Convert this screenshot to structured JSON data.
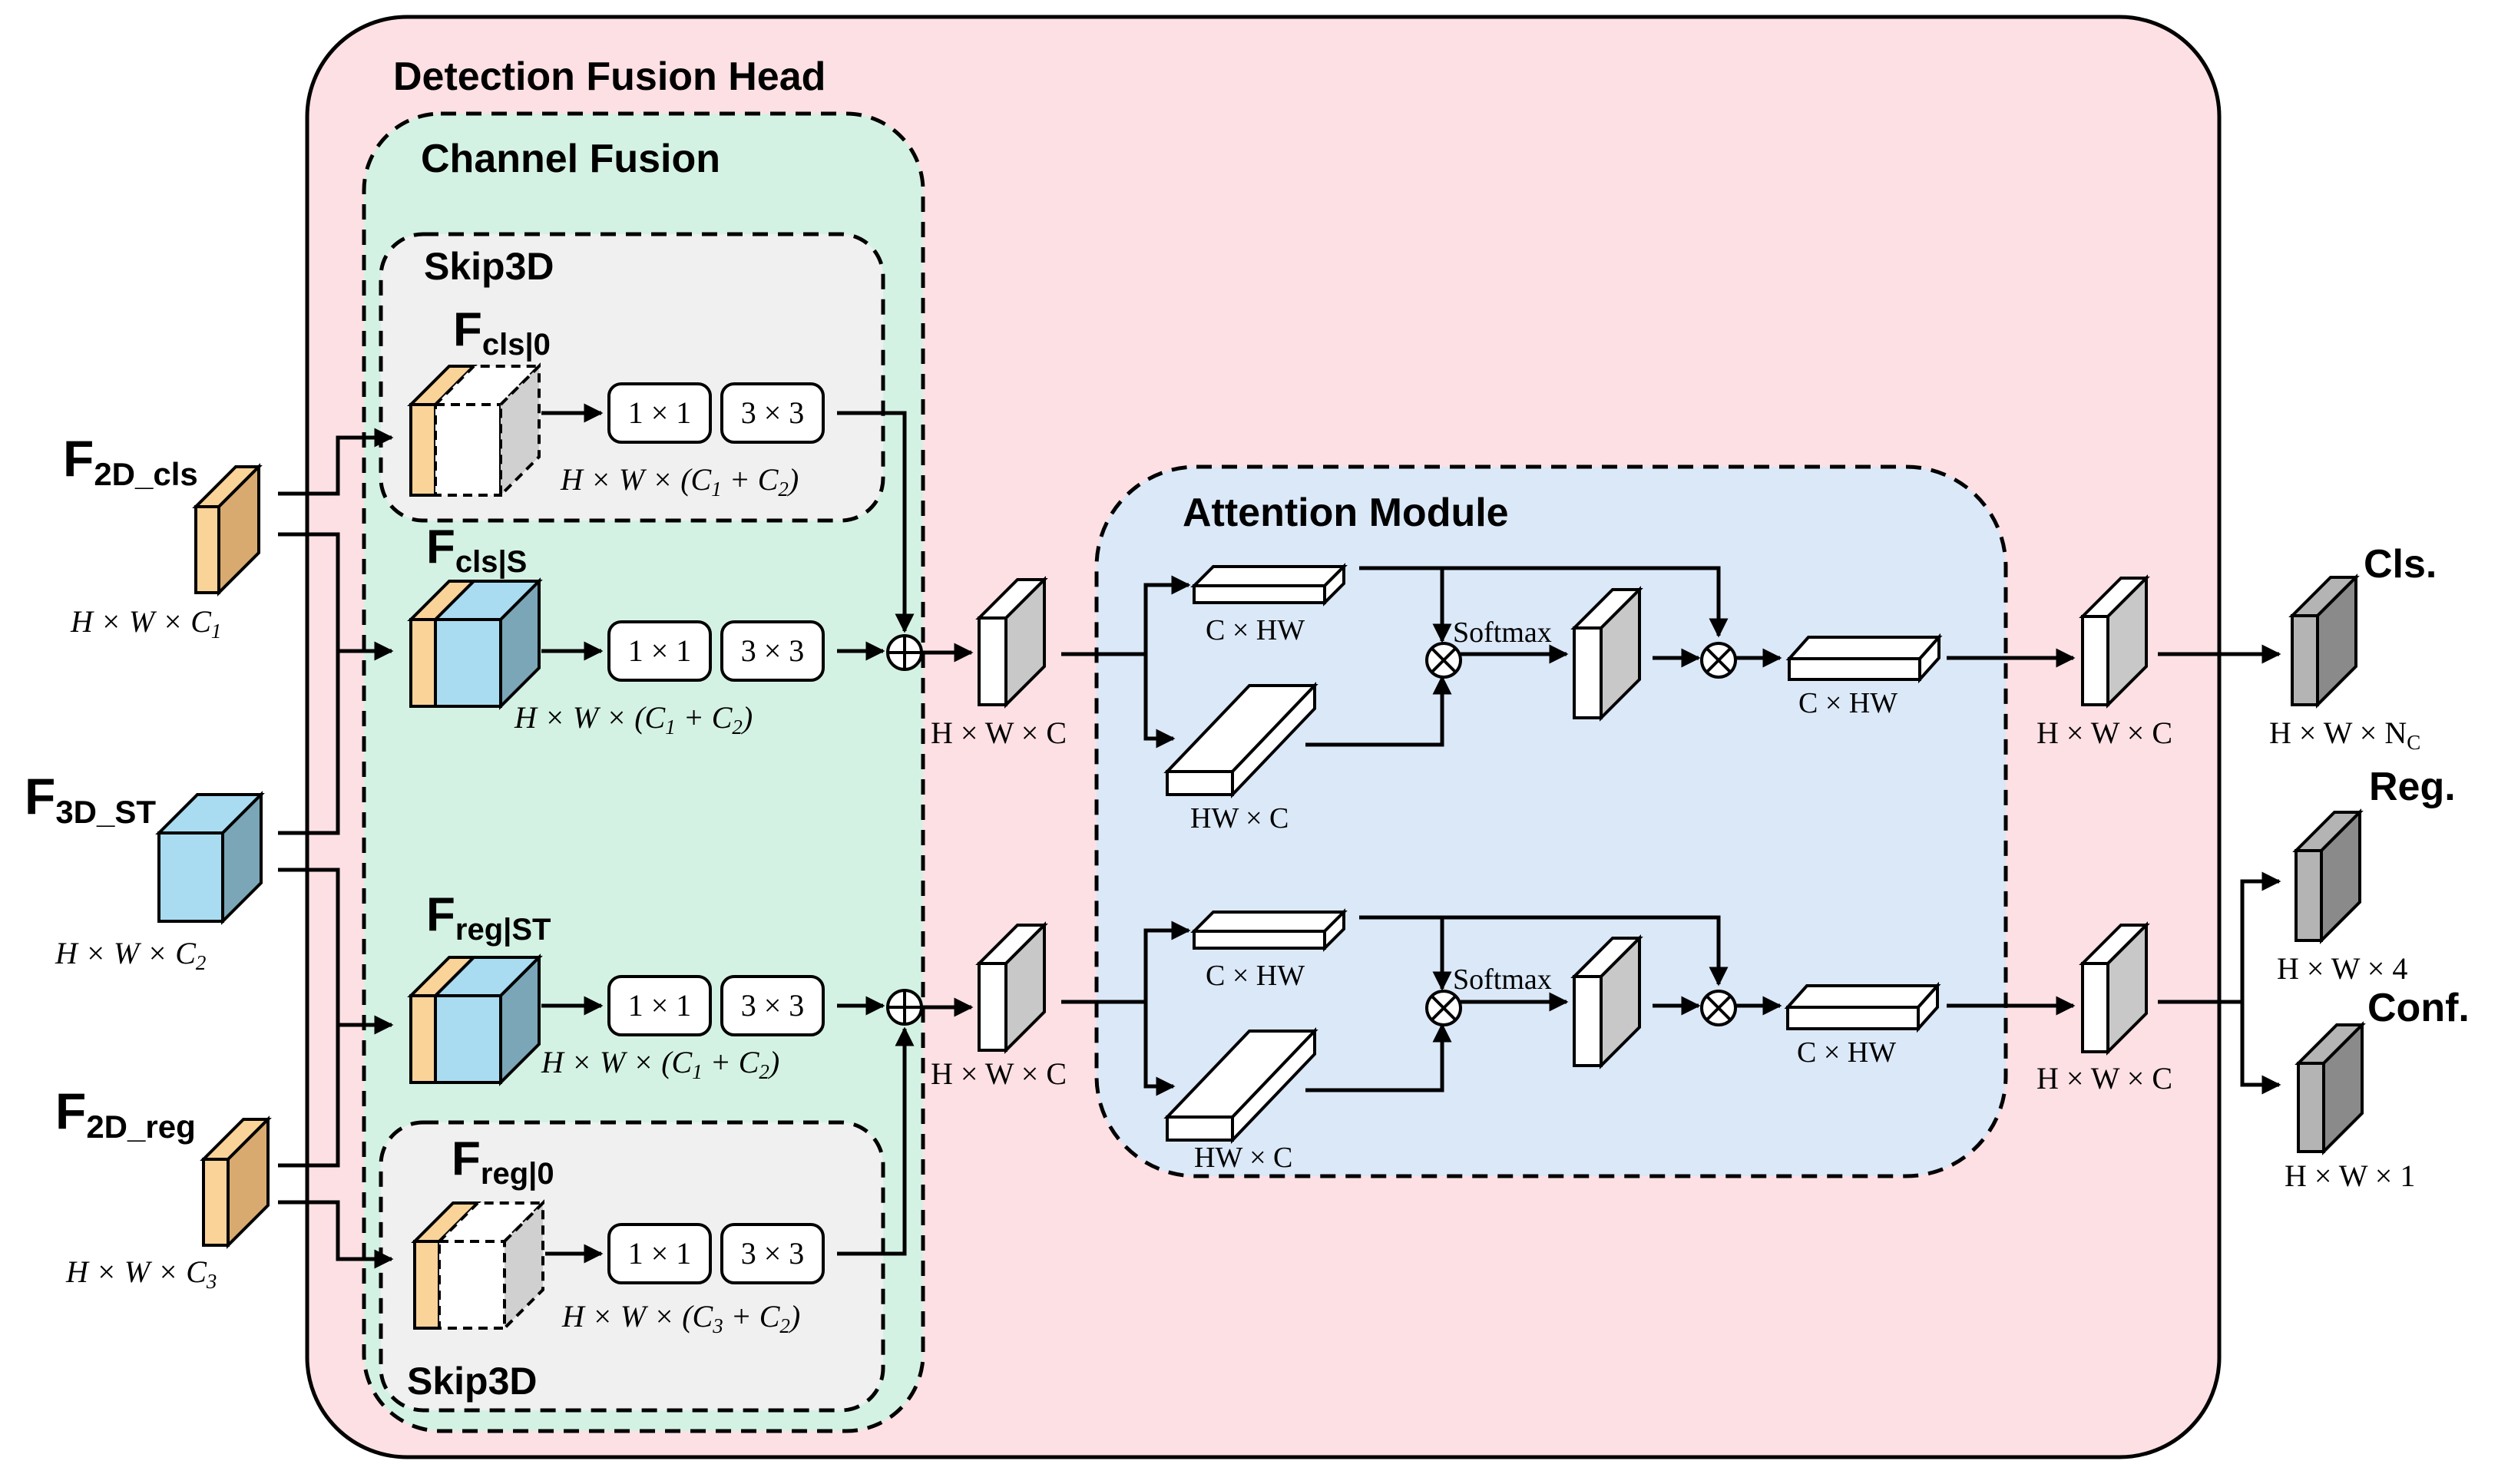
{
  "titles": {
    "head": "Detection Fusion Head",
    "channel_fusion": "Channel Fusion",
    "skip3d_top": "Skip3D",
    "skip3d_bottom": "Skip3D",
    "attention": "Attention Module"
  },
  "inputs": {
    "f2d_cls": {
      "base": "F",
      "sub": "2D_cls",
      "dim": "H × W × C",
      "dim_sub": "1"
    },
    "f3d_st": {
      "base": "F",
      "sub": "3D_ST",
      "dim": "H × W × C",
      "dim_sub": "2"
    },
    "f2d_reg": {
      "base": "F",
      "sub": "2D_reg",
      "dim": "H × W × C",
      "dim_sub": "3"
    }
  },
  "branches": {
    "cls0": {
      "base": "F",
      "sub": "cls|0",
      "dim": "H × W × (C",
      "dim_a": "1",
      "dim_mid": " + C",
      "dim_b": "2",
      "dim_end": ")"
    },
    "clsS": {
      "base": "F",
      "sub": "cls|S",
      "dim": "H × W × (C",
      "dim_a": "1",
      "dim_mid": " + C",
      "dim_b": "2",
      "dim_end": ")"
    },
    "regST": {
      "base": "F",
      "sub": "reg|ST",
      "dim": "H × W × (C",
      "dim_a": "1",
      "dim_mid": " + C",
      "dim_b": "2",
      "dim_end": ")"
    },
    "reg0": {
      "base": "F",
      "sub": "reg|0",
      "dim": "H × W × (C",
      "dim_a": "3",
      "dim_mid": " + C",
      "dim_b": "2",
      "dim_end": ")"
    }
  },
  "kernels": {
    "k1": "1 × 1",
    "k3": "3 × 3"
  },
  "fused_dim": "H × W × C",
  "attention_labels": {
    "top_a": "C × HW",
    "top_b": "HW × C",
    "top_softmax": "Softmax",
    "top_out": "C × HW",
    "bot_a": "C × HW",
    "bot_b": "HW × C",
    "bot_softmax": "Softmax",
    "bot_out": "C × HW"
  },
  "outputs": {
    "feat_top_dim": "H × W × C",
    "feat_bot_dim": "H × W × C",
    "cls": {
      "label": "Cls.",
      "dim": "H × W × N",
      "dim_sub": "C"
    },
    "reg": {
      "label": "Reg.",
      "dim": "H × W × 4"
    },
    "conf": {
      "label": "Conf.",
      "dim": "H × W × 1"
    }
  },
  "colors": {
    "head_bg": "#fde0e4",
    "channel_bg": "#d4f2e4",
    "skip_bg": "#f0f0f0",
    "attention_bg": "#dae8f8",
    "orange": "#fad399",
    "orange_dark": "#d8aa70",
    "blue": "#a9dcf1",
    "blue_dark": "#7aa6b8",
    "gray": "#b4b4b4",
    "gray_dark": "#8a8a8a"
  }
}
